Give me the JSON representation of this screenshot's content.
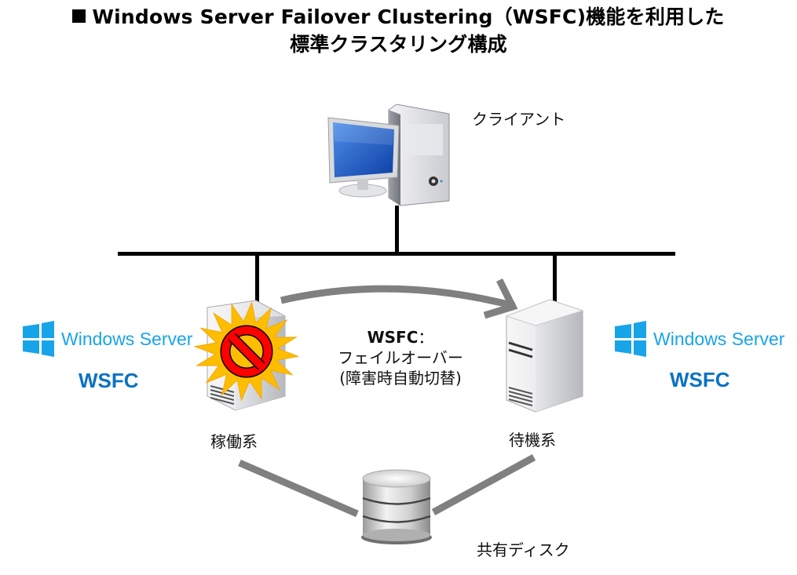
{
  "title": {
    "bullet_icon": "black-square",
    "line1": "Windows Server Failover Clustering（WSFC)機能を利用した",
    "line2": "標準クラスタリング構成"
  },
  "client": {
    "label": "クライアント",
    "icon": "desktop-computer-icon"
  },
  "active_node": {
    "label": "稼働系",
    "icon": "server-icon",
    "status_icon": "prohibited-icon",
    "os_logo_text": "Windows Server",
    "feature": "WSFC"
  },
  "standby_node": {
    "label": "待機系",
    "icon": "server-icon",
    "os_logo_text": "Windows Server",
    "feature": "WSFC"
  },
  "failover": {
    "heading": "WSFC",
    "colon": "：",
    "line2": "フェイルオーバー",
    "line3": "(障害時自動切替)"
  },
  "shared_disk": {
    "label": "共有ディスク",
    "icon": "database-disk-icon"
  },
  "colors": {
    "windows_blue": "#18a4e8",
    "wsfc_blue": "#0a72c4",
    "network_line": "#000000",
    "arrow_gray": "#808080",
    "burst_yellow": "#fdbd00",
    "prohibit_red": "#ff0000"
  }
}
